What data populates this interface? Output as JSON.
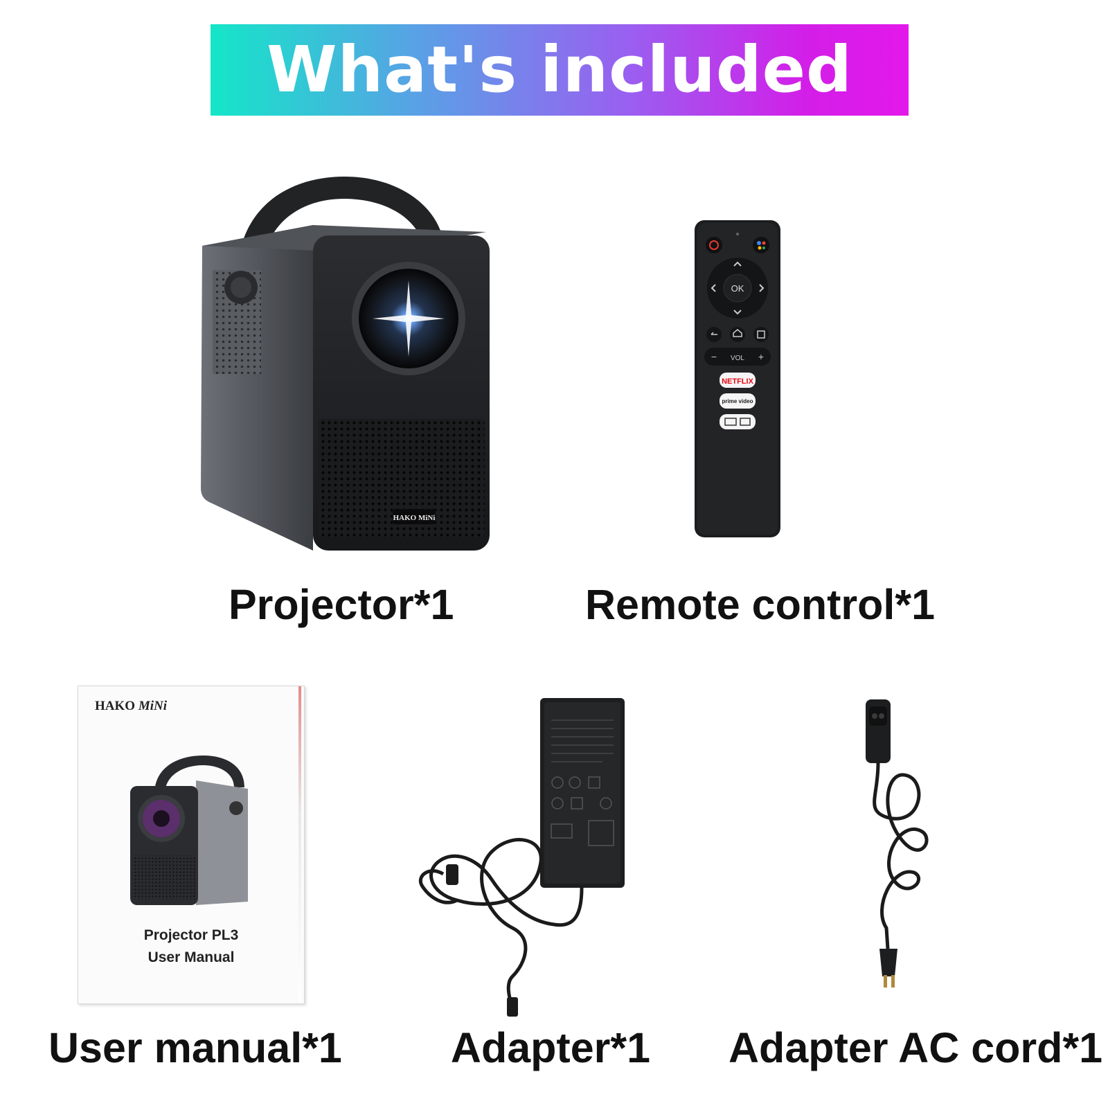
{
  "header": {
    "title": "What's included"
  },
  "items": [
    {
      "caption": "Projector*1",
      "image_icon": "projector-icon",
      "brand_text": "HAKO MiNi"
    },
    {
      "caption": "Remote control*1",
      "image_icon": "remote-control-icon",
      "buttons": {
        "ok": "OK",
        "vol": "VOL",
        "netflix": "NETFLIX",
        "prime": "prime video"
      }
    },
    {
      "caption": "User manual*1",
      "image_icon": "user-manual-icon",
      "manual": {
        "brand": "HAKO",
        "brand_italic": "MiNi",
        "line1": "Projector PL3",
        "line2": "User Manual"
      }
    },
    {
      "caption": "Adapter*1",
      "image_icon": "power-adapter-icon"
    },
    {
      "caption": "Adapter AC cord*1",
      "image_icon": "ac-cord-icon"
    }
  ],
  "colors": {
    "banner_start": "#14e6c8",
    "banner_end": "#e318ea",
    "netflix": "#e50914"
  }
}
